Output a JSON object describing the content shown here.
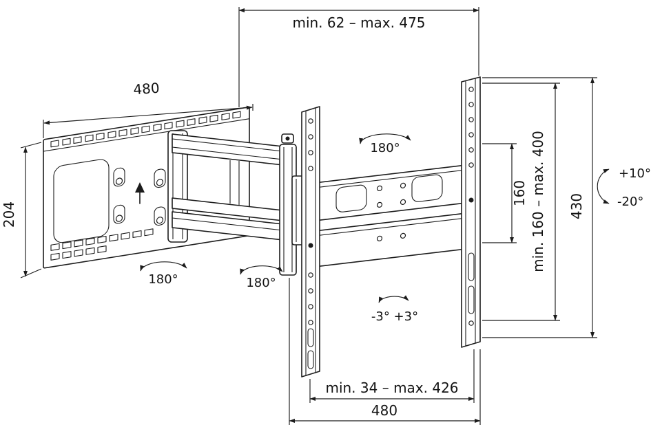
{
  "colors": {
    "line": "#1c1c1c",
    "background": "#ffffff",
    "text": "#141414"
  },
  "dimensions": {
    "wall_distance": "min. 62 – max. 475",
    "plate_width": "480",
    "plate_height": "204",
    "vesa_height": "160",
    "vesa_range": "min. 160 – max. 400",
    "bracket_height": "430",
    "tv_width_range": "min. 34 – max. 426",
    "bracket_width": "480"
  },
  "annotations": {
    "swivel_panel": "180°",
    "swivel_arm_left": "180°",
    "swivel_arm_mid": "180°",
    "tilt_up": "+10°",
    "tilt_down": "-20°",
    "level_range": "-3° +3°"
  }
}
